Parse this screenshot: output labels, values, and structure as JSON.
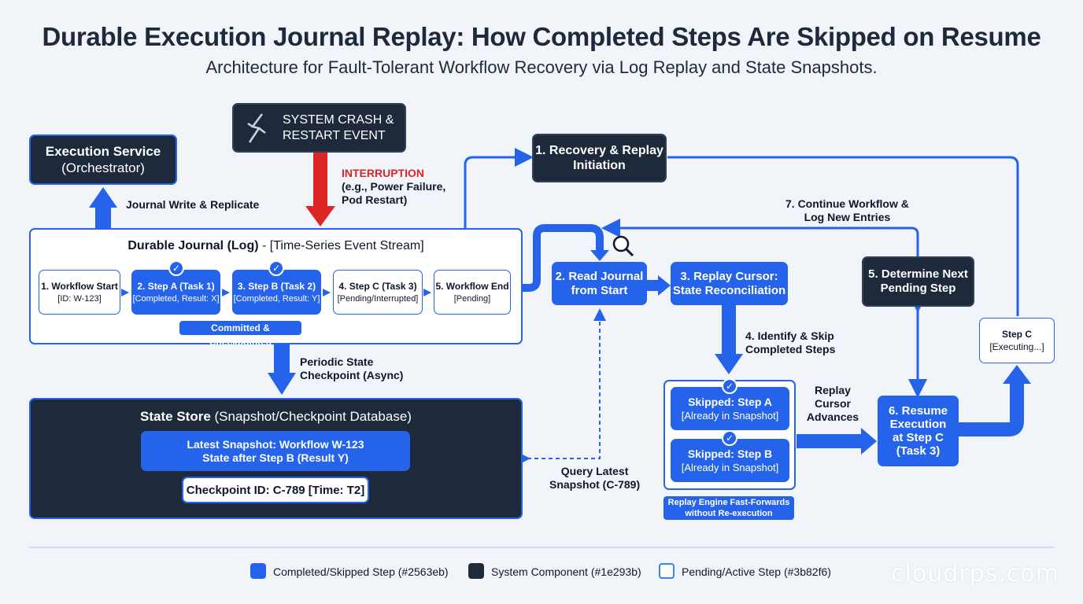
{
  "title": "Durable Execution Journal Replay: How Completed Steps Are Skipped on Resume",
  "subtitle": "Architecture for Fault-Tolerant Workflow Recovery via Log Replay and State Snapshots.",
  "crash": {
    "line1": "SYSTEM CRASH &",
    "line2": "RESTART EVENT",
    "icon": "lightning-icon"
  },
  "interruption": {
    "label": "INTERRUPTION",
    "detail1": "(e.g., Power Failure,",
    "detail2": "Pod Restart)"
  },
  "exec_service": {
    "name": "Execution Service",
    "sub": "(Orchestrator)"
  },
  "journal_write": "Journal Write & Replicate",
  "journal": {
    "title_bold": "Durable Journal (Log)",
    "title_sep": " - ",
    "title_rest": "[Time-Series Event Stream]",
    "steps": [
      {
        "name": "1. Workflow Start",
        "detail": "[ID: W-123]"
      },
      {
        "name": "2. Step A (Task 1)",
        "detail": "[Completed, Result: X]"
      },
      {
        "name": "3. Step B (Task 2)",
        "detail": "[Completed, Result: Y]"
      },
      {
        "name": "4. Step C (Task 3)",
        "detail": "[Pending/Interrupted]"
      },
      {
        "name": "5. Workflow End",
        "detail": "[Pending]"
      }
    ],
    "committed_label": "Committed & Checkpointed"
  },
  "periodic": {
    "line1": "Periodic State",
    "line2": "Checkpoint (Async)"
  },
  "state_store": {
    "title_bold": "State Store",
    "title_rest": " (Snapshot/Checkpoint Database)",
    "snapshot1": "Latest Snapshot: Workflow W-123",
    "snapshot2": "State after Step B (Result Y)",
    "checkpoint": "Checkpoint ID: C-789 [Time: T2]"
  },
  "recovery": {
    "line1": "1. Recovery & Replay",
    "line2": "Initiation"
  },
  "read_journal": {
    "line1": "2. Read Journal",
    "line2": "from Start"
  },
  "replay_cursor": {
    "line1": "3. Replay Cursor:",
    "line2": "State Reconciliation"
  },
  "identify_skip": {
    "line1": "4. Identify & Skip",
    "line2": "Completed Steps"
  },
  "determine_next": {
    "line1": "5. Determine Next",
    "line2": "Pending Step"
  },
  "continue_workflow": {
    "line1": "7. Continue Workflow &",
    "line2": "Log New Entries"
  },
  "step_c_exec": {
    "name": "Step C",
    "detail": "[Executing...]"
  },
  "query_latest": {
    "line1": "Query Latest",
    "line2": "Snapshot (C-789)"
  },
  "skipped": [
    {
      "name": "Skipped: Step A",
      "detail": "[Already in Snapshot]"
    },
    {
      "name": "Skipped: Step B",
      "detail": "[Already in Snapshot]"
    }
  ],
  "fast_forward": {
    "line1": "Replay Engine Fast-Forwards",
    "line2": "without Re-execution"
  },
  "replay_advances": {
    "line1": "Replay",
    "line2": "Cursor",
    "line3": "Advances"
  },
  "resume": {
    "line1": "6. Resume",
    "line2": "Execution",
    "line3": "at Step C",
    "line4": "(Task 3)"
  },
  "legend": [
    {
      "label": "Completed/Skipped Step (#2563eb)",
      "color": "#2563eb"
    },
    {
      "label": "System Component (#1e293b)",
      "color": "#1e293b"
    },
    {
      "label": "Pending/Active Step (#3b82f6)",
      "color": "#3b82f6"
    }
  ],
  "watermark": "cloudrps.com",
  "colors": {
    "accent": "#2563eb",
    "dark": "#1e293b",
    "alert": "#dc2626",
    "pending": "#3b82f6"
  }
}
